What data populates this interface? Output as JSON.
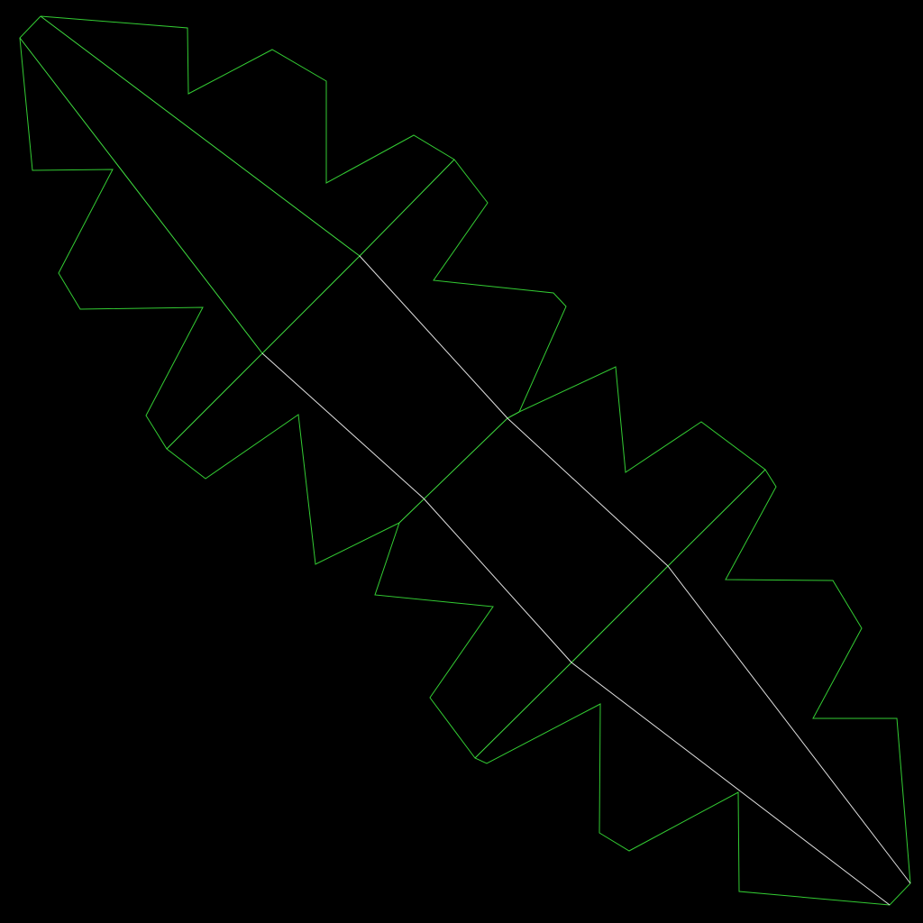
{
  "colors": {
    "background": "#000000",
    "outline": "#33cc33",
    "inner_green": "#3fdc3f",
    "crease": "#e0e0e0"
  },
  "diagram": {
    "kind": "polygon-net-outline",
    "outline_color_role": "outline",
    "crease_color_role": "crease"
  }
}
